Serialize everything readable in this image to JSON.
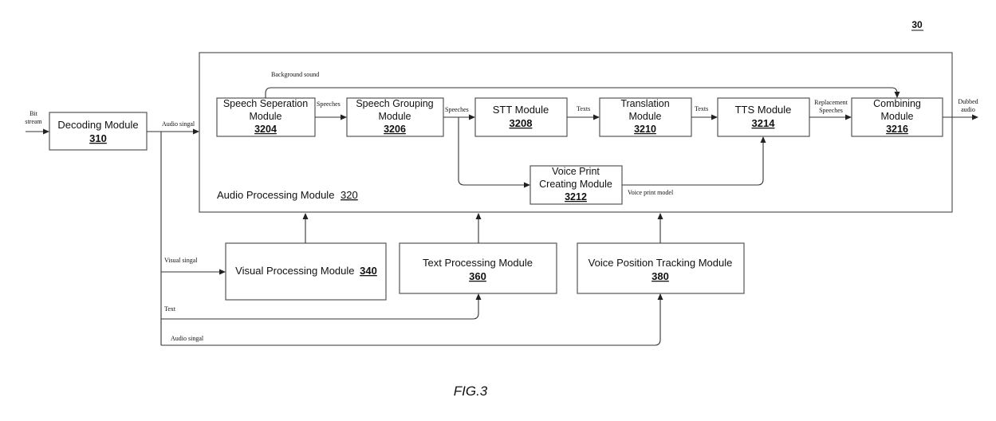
{
  "figure": {
    "number": "30",
    "caption": "FIG.3"
  },
  "modules": {
    "decoding": {
      "name": "Decoding Module",
      "ref": "310"
    },
    "audio_processing": {
      "name": "Audio Processing Module",
      "ref": "320"
    },
    "speech_separation": {
      "line1": "Speech Seperation",
      "line2": "Module",
      "ref": "3204"
    },
    "speech_grouping": {
      "line1": "Speech Grouping",
      "line2": "Module",
      "ref": "3206"
    },
    "stt": {
      "name": "STT Module",
      "ref": "3208"
    },
    "translation": {
      "line1": "Translation",
      "line2": "Module",
      "ref": "3210"
    },
    "voice_print": {
      "line1": "Voice Print",
      "line2": "Creating Module",
      "ref": "3212"
    },
    "tts": {
      "name": "TTS Module",
      "ref": "3214"
    },
    "combining": {
      "line1": "Combining",
      "line2": "Module",
      "ref": "3216"
    },
    "visual_processing": {
      "name": "Visual Processing Module",
      "ref": "340"
    },
    "text_processing": {
      "name": "Text Processing Module",
      "ref": "360"
    },
    "voice_position": {
      "name": "Voice Position Tracking Module",
      "ref": "380"
    }
  },
  "signals": {
    "bit_stream_1": "Bit",
    "bit_stream_2": "stream",
    "audio_signal_top": "Audio singal",
    "background_sound": "Background sound",
    "speeches_1": "Speeches",
    "speeches_2": "Speeches",
    "texts_1": "Texts",
    "texts_2": "Texts",
    "replacement_1": "Replacement",
    "replacement_2": "Speeches",
    "dubbed_1": "Dubbed",
    "dubbed_2": "audio",
    "voice_print_model": "Voice print model",
    "visual_signal": "Visual singal",
    "text_signal": "Text",
    "audio_signal_bottom": "Audio singal"
  }
}
